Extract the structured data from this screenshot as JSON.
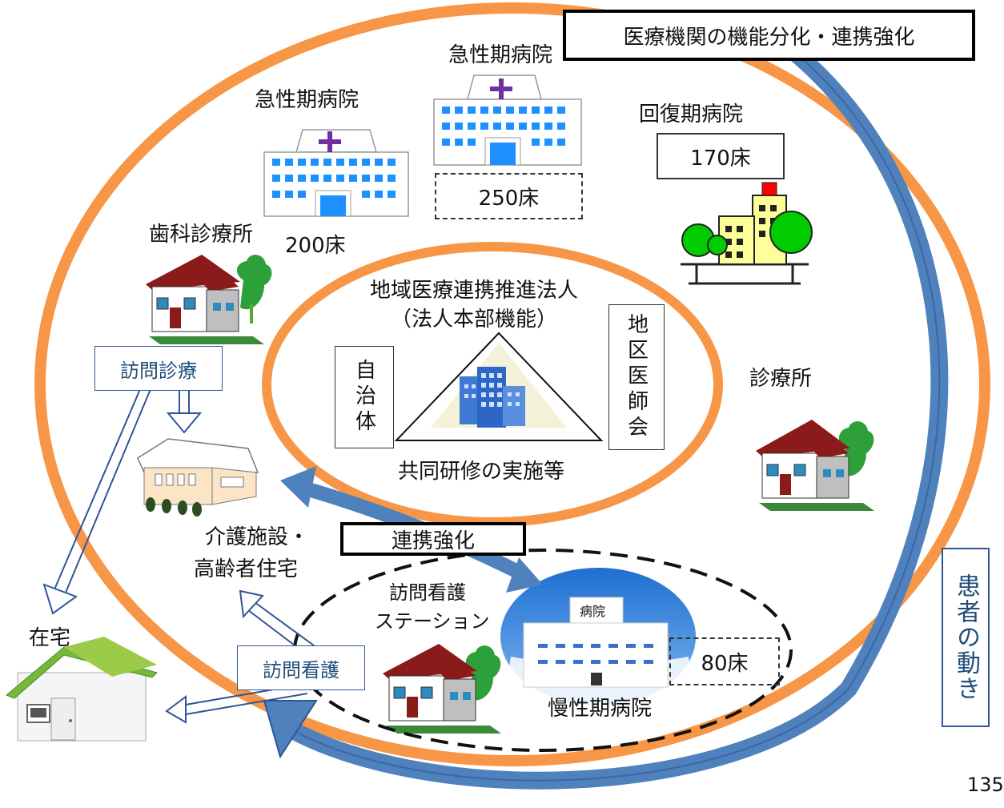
{
  "title": "医療機関の機能分化・連携強化",
  "center": {
    "corp_name": "地域医療連携推進法人",
    "corp_sub": "（法人本部機能）",
    "left_member": "自治体",
    "right_member": "地区医師会",
    "activity": "共同研修の実施等"
  },
  "facilities": {
    "acute_1": {
      "label": "急性期病院",
      "beds": "200床"
    },
    "acute_2": {
      "label": "急性期病院",
      "beds": "250床"
    },
    "recovery": {
      "label": "回復期病院",
      "beds": "170床"
    },
    "dental": {
      "label": "歯科診療所"
    },
    "clinic": {
      "label": "診療所"
    },
    "care_facility": {
      "label_line1": "介護施設・",
      "label_line2": "高齢者住宅"
    },
    "home": {
      "label": "在宅"
    },
    "nursing_station": {
      "label_line1": "訪問看護",
      "label_line2": "ステーション"
    },
    "chronic": {
      "label": "慢性期病院",
      "beds": "80床",
      "sign": "病院"
    }
  },
  "services": {
    "home_visit_medical": "訪問診療",
    "home_visit_nursing": "訪問看護",
    "cooperation": "連携強化"
  },
  "patient_flow": "患者の動き",
  "page_number": "135",
  "colors": {
    "orange": "#F79646",
    "blue": "#4F81BD",
    "blue_dark": "#2F5597",
    "label_blue": "#1F4E79"
  }
}
